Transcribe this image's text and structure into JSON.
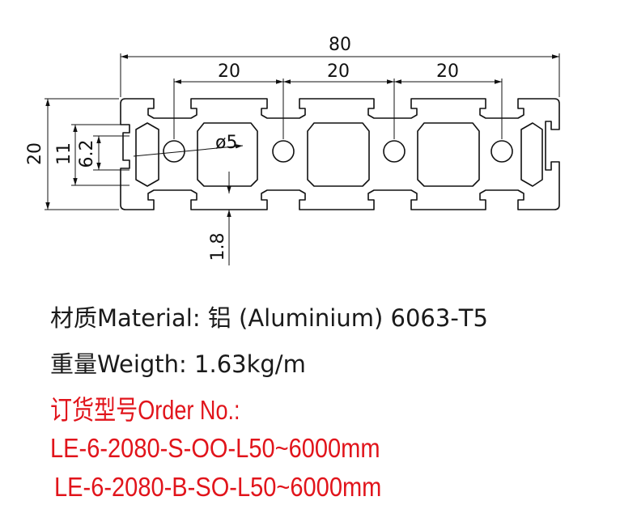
{
  "dimensions": {
    "overall_width": "80",
    "pitch_1": "20",
    "pitch_2": "20",
    "pitch_3": "20",
    "height": "20",
    "slot_height": "11",
    "slot_opening": "6.2",
    "hole_diameter": "ø5",
    "wall_thickness": "1.8"
  },
  "specs": {
    "material": "材质Material: 铝 (Aluminium) 6063-T5",
    "weight": "重量Weigth: 1.63kg/m"
  },
  "order": {
    "heading": "订货型号Order No.:",
    "line_1": "LE-6-2080-S-OO-L50~6000mm",
    "line_2": "LE-6-2080-B-SO-L50~6000mm"
  },
  "colors": {
    "drawing": "#111111",
    "order_text": "#e1141b"
  }
}
